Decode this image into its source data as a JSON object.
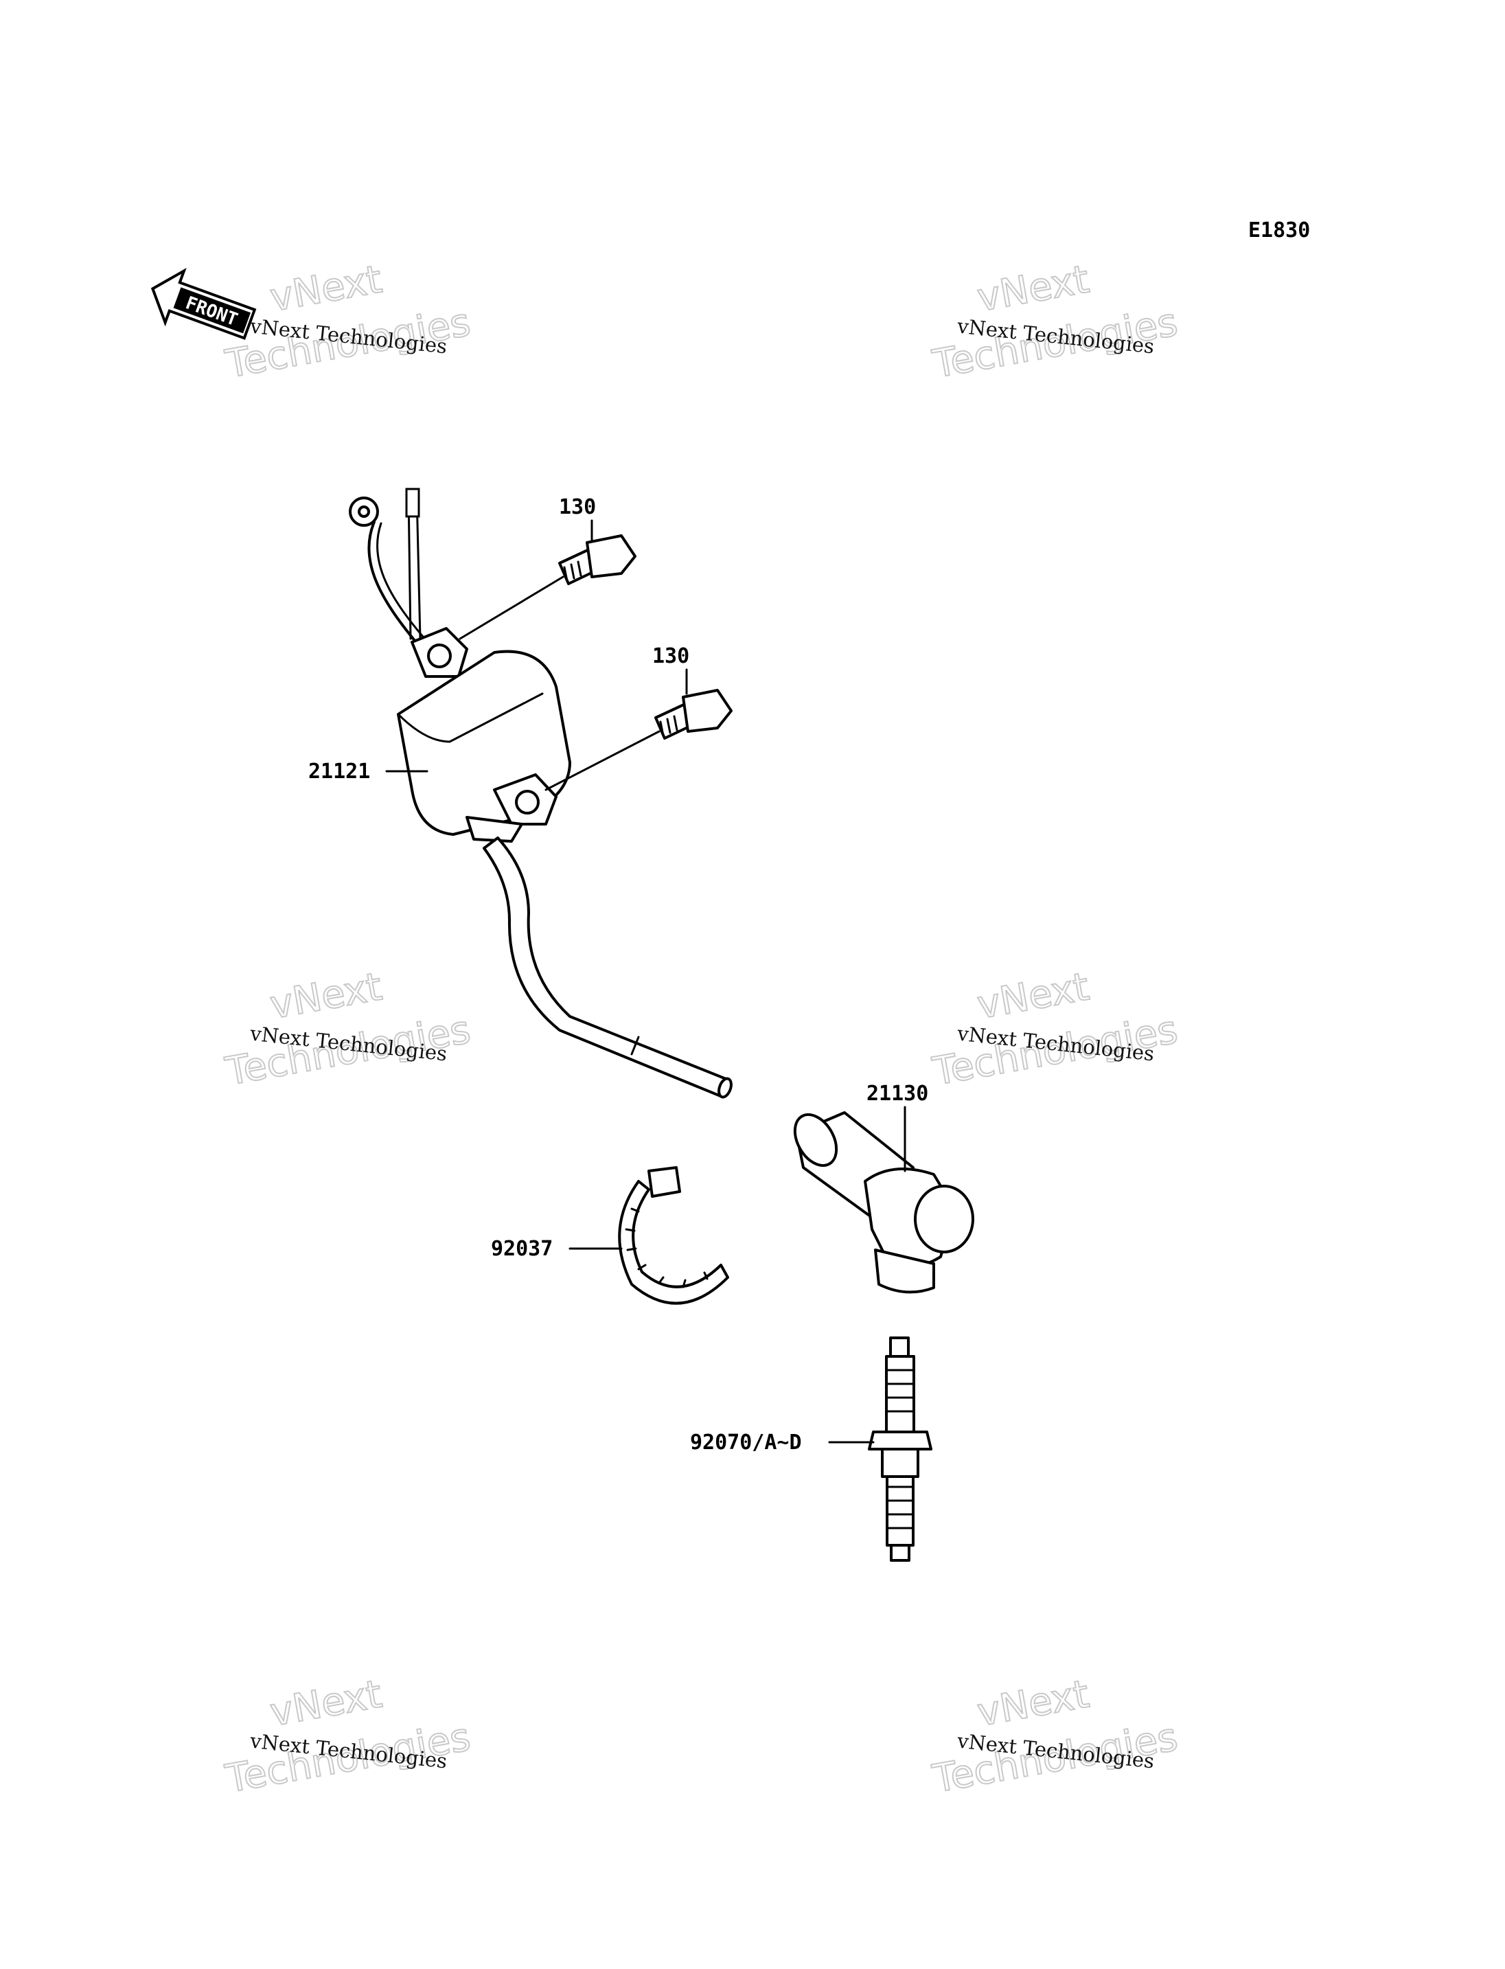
{
  "figure_code": "E1830",
  "front_marker": {
    "text": "FRONT",
    "icon": "front-arrow-icon"
  },
  "watermark": {
    "line1": "vNext Technologies",
    "line2a": "vNext",
    "line2b": "Technologies"
  },
  "callouts": {
    "bolt_upper": "130",
    "bolt_lower": "130",
    "ignition_coil": "21121",
    "plug_cap": "21130",
    "clamp": "92037",
    "spark_plug": "92070/A~D"
  },
  "colors": {
    "ink": "#000000",
    "watermark": "#c9c9c9",
    "background": "#ffffff"
  }
}
